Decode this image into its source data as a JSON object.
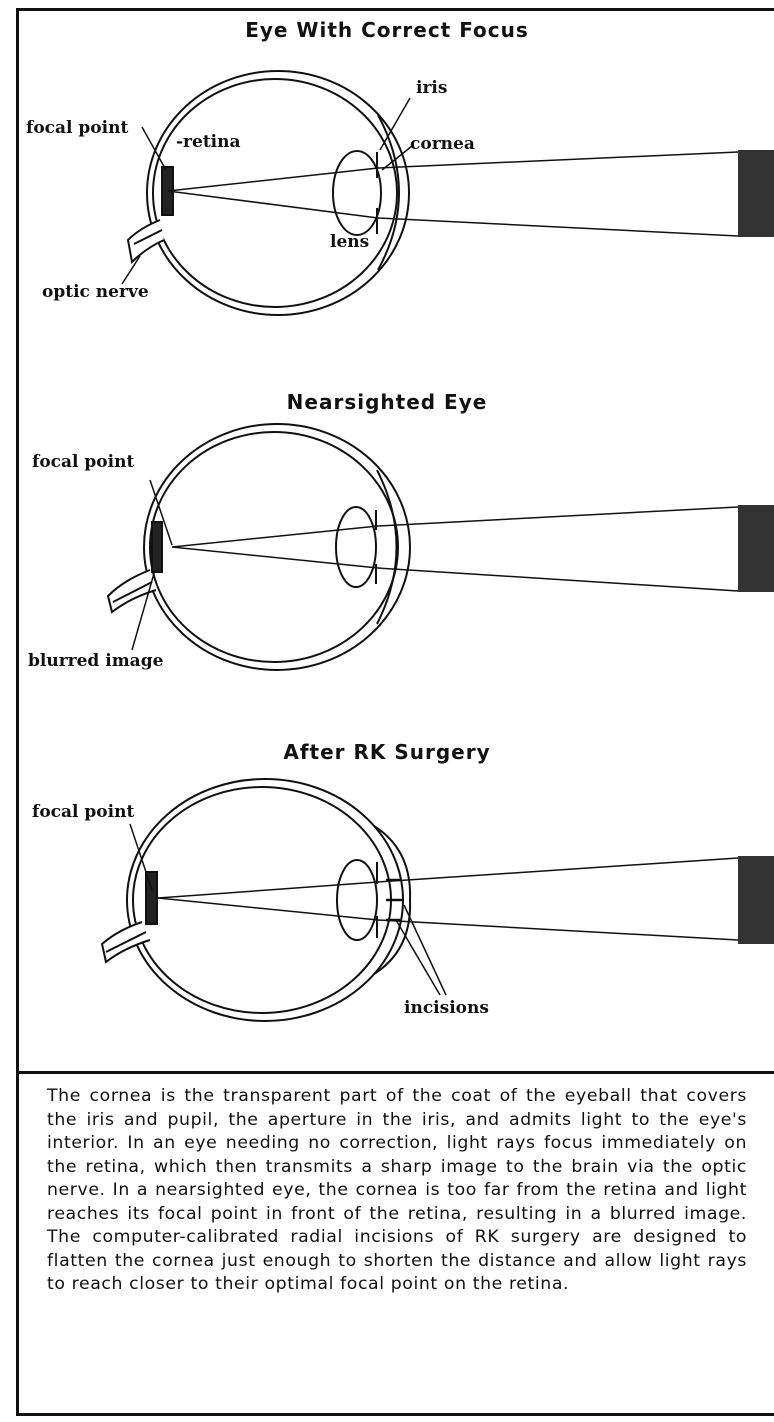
{
  "sections": [
    {
      "title": "Eye With Correct Focus",
      "labels": {
        "focal_point": "focal point",
        "retina": "-retina",
        "iris": "iris",
        "cornea": "cornea",
        "lens": "lens",
        "optic_nerve": "optic nerve"
      }
    },
    {
      "title": "Nearsighted Eye",
      "labels": {
        "focal_point": "focal point",
        "blurred_image": "blurred image"
      }
    },
    {
      "title": "After RK Surgery",
      "labels": {
        "focal_point": "focal point",
        "incisions": "incisions"
      }
    }
  ],
  "caption": "The cornea is the transparent part of the coat of the eyeball that covers the iris and pupil, the aperture in the iris, and admits light to the eye's interior. In an eye needing no correction, light rays focus immediately on the retina, which then transmits a sharp image to the brain via the optic nerve. In a nearsighted eye, the cornea is too far from the retina and light reaches its focal point in front of the retina, resulting in a blurred image. The computer-calibrated radial incisions of RK surgery are designed to flatten the cornea just enough to shorten the distance and allow light rays to reach closer to their optimal focal point on the retina.",
  "colors": {
    "ink": "#111111",
    "object": "#333333"
  }
}
